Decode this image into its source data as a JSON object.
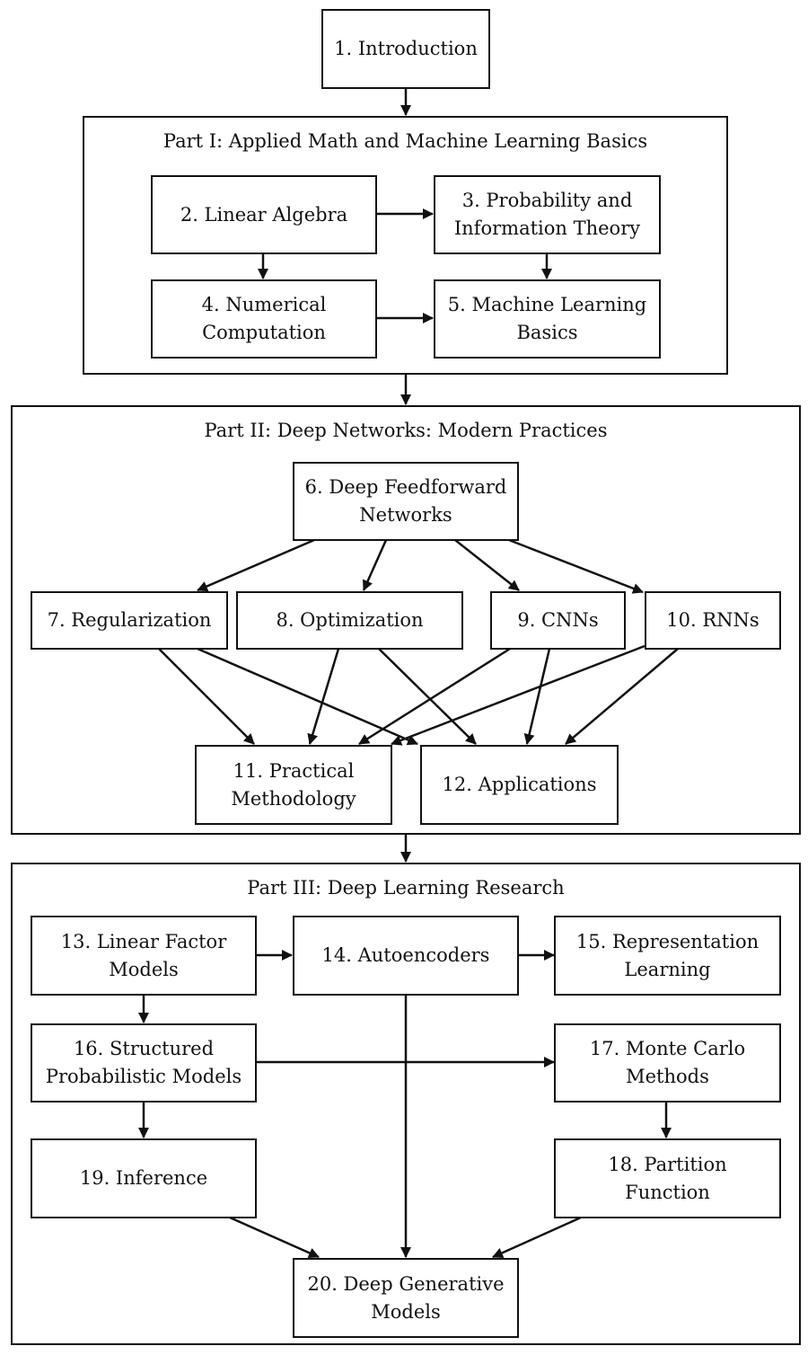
{
  "diagram": {
    "parts": [
      {
        "id": "part1",
        "title": "Part I: Applied Math and Machine Learning Basics"
      },
      {
        "id": "part2",
        "title": "Part II: Deep Networks: Modern Practices"
      },
      {
        "id": "part3",
        "title": "Part III: Deep Learning Research"
      }
    ],
    "chapters": {
      "c1": "1. Introduction",
      "c2": "2. Linear Algebra",
      "c3": "3. Probability and\nInformation Theory",
      "c4": "4. Numerical\nComputation",
      "c5": "5. Machine Learning\nBasics",
      "c6": "6. Deep Feedforward\nNetworks",
      "c7": "7. Regularization",
      "c8": "8. Optimization",
      "c9": "9.  CNNs",
      "c10": "10.  RNNs",
      "c11": "11. Practical\nMethodology",
      "c12": "12. Applications",
      "c13": "13. Linear Factor\nModels",
      "c14": "14. Autoencoders",
      "c15": "15. Representation\nLearning",
      "c16": "16. Structured\nProbabilistic Models",
      "c17": "17. Monte Carlo\nMethods",
      "c18": "18. Partition\nFunction",
      "c19": "19. Inference",
      "c20": "20. Deep Generative\nModels"
    },
    "edges": [
      [
        "c1",
        "part1"
      ],
      [
        "part1",
        "part2"
      ],
      [
        "part2",
        "part3"
      ],
      [
        "c2",
        "c3"
      ],
      [
        "c2",
        "c4"
      ],
      [
        "c3",
        "c5"
      ],
      [
        "c4",
        "c5"
      ],
      [
        "c6",
        "c7"
      ],
      [
        "c6",
        "c8"
      ],
      [
        "c6",
        "c9"
      ],
      [
        "c6",
        "c10"
      ],
      [
        "c7",
        "c11"
      ],
      [
        "c7",
        "c12"
      ],
      [
        "c8",
        "c11"
      ],
      [
        "c8",
        "c12"
      ],
      [
        "c9",
        "c11"
      ],
      [
        "c9",
        "c12"
      ],
      [
        "c10",
        "c11"
      ],
      [
        "c10",
        "c12"
      ],
      [
        "c13",
        "c14"
      ],
      [
        "c14",
        "c15"
      ],
      [
        "c13",
        "c16"
      ],
      [
        "c16",
        "c17"
      ],
      [
        "c16",
        "c19"
      ],
      [
        "c17",
        "c18"
      ],
      [
        "c19",
        "c20"
      ],
      [
        "c14",
        "c20"
      ],
      [
        "c18",
        "c20"
      ]
    ]
  }
}
